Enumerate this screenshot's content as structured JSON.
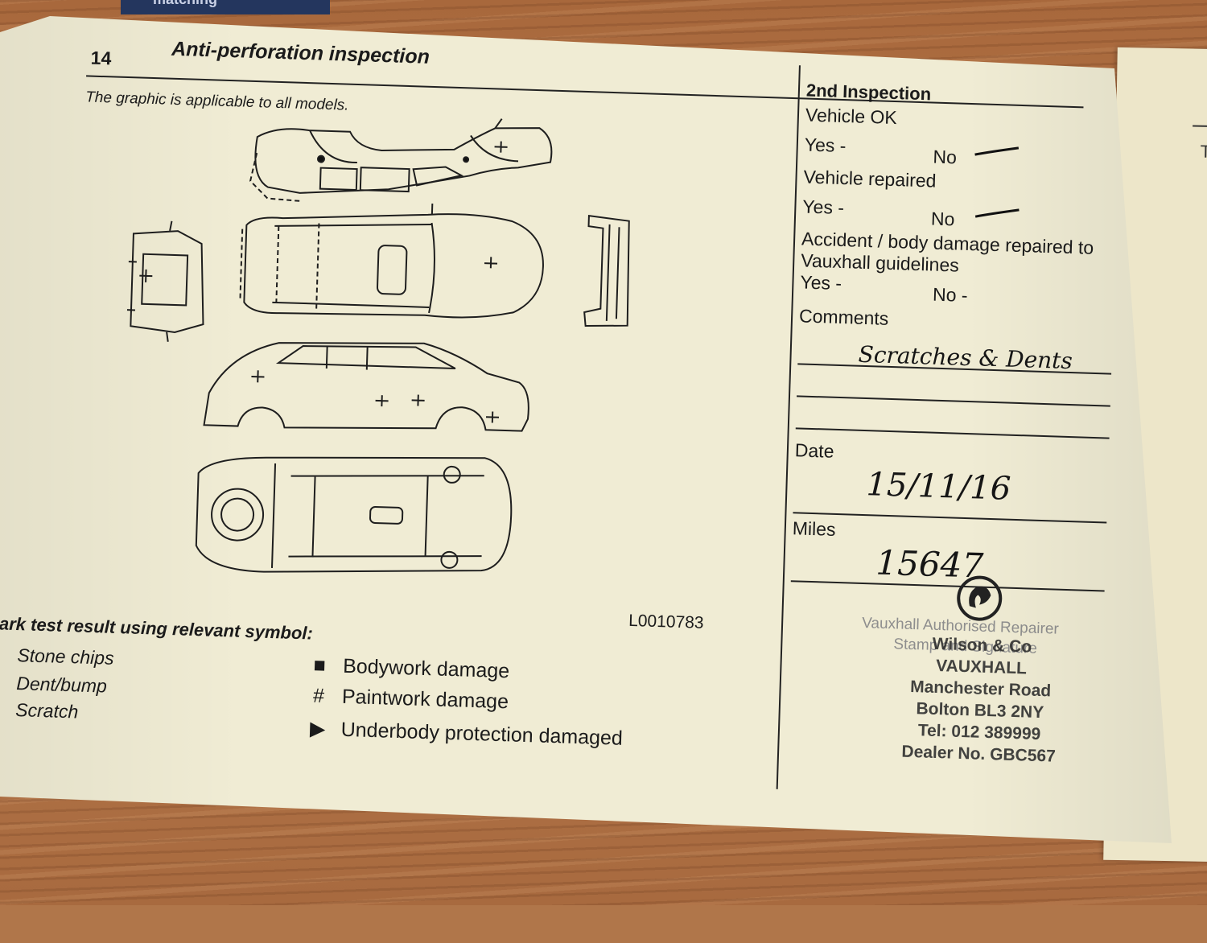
{
  "header": {
    "tab_fragment": "matching",
    "page_number": "14",
    "title": "Anti-perforation inspection",
    "subtitle": "The graphic is applicable to all models."
  },
  "diagram": {
    "figure_code": "L0010783"
  },
  "legend": {
    "title": "Mark test result using relevant symbol:",
    "left_items": [
      {
        "symbol_icon": "filled-circle-icon",
        "label": "Stone chips"
      },
      {
        "symbol_icon": "open-circle-icon",
        "label": "Dent/bump"
      },
      {
        "symbol_icon": "dot-icon",
        "label": "Scratch"
      }
    ],
    "right_items": [
      {
        "symbol": "■",
        "label": "Bodywork damage"
      },
      {
        "symbol": "#",
        "label": "Paintwork damage"
      },
      {
        "symbol": "▶",
        "label": "Underbody protection damaged"
      }
    ]
  },
  "inspection": {
    "heading": "2nd Inspection",
    "vehicle_ok_label": "Vehicle OK",
    "vehicle_ok": {
      "yes": "Yes -",
      "no": "No"
    },
    "vehicle_repaired_label": "Vehicle repaired",
    "vehicle_repaired": {
      "yes": "Yes -",
      "no": "No"
    },
    "accident_label_1": "Accident / body damage repaired to",
    "accident_label_2": "Vauxhall guidelines",
    "accident": {
      "yes": "Yes -",
      "no": "No   -"
    },
    "comments_label": "Comments",
    "comments_value": "Scratches & Dents",
    "date_label": "Date",
    "date_value": "15/11/16",
    "miles_label": "Miles",
    "miles_value": "15647"
  },
  "stamp": {
    "printed_line_1": "Vauxhall Authorised Repairer",
    "printed_line_2": "Stamp and Signature",
    "dealer_name": "Wilson & Co",
    "brand": "VAUXHALL",
    "street": "Manchester Road",
    "town": "Bolton BL3 2NY",
    "tel": "Tel: 012   389999",
    "dealer_no": "Dealer No. GBC567"
  }
}
